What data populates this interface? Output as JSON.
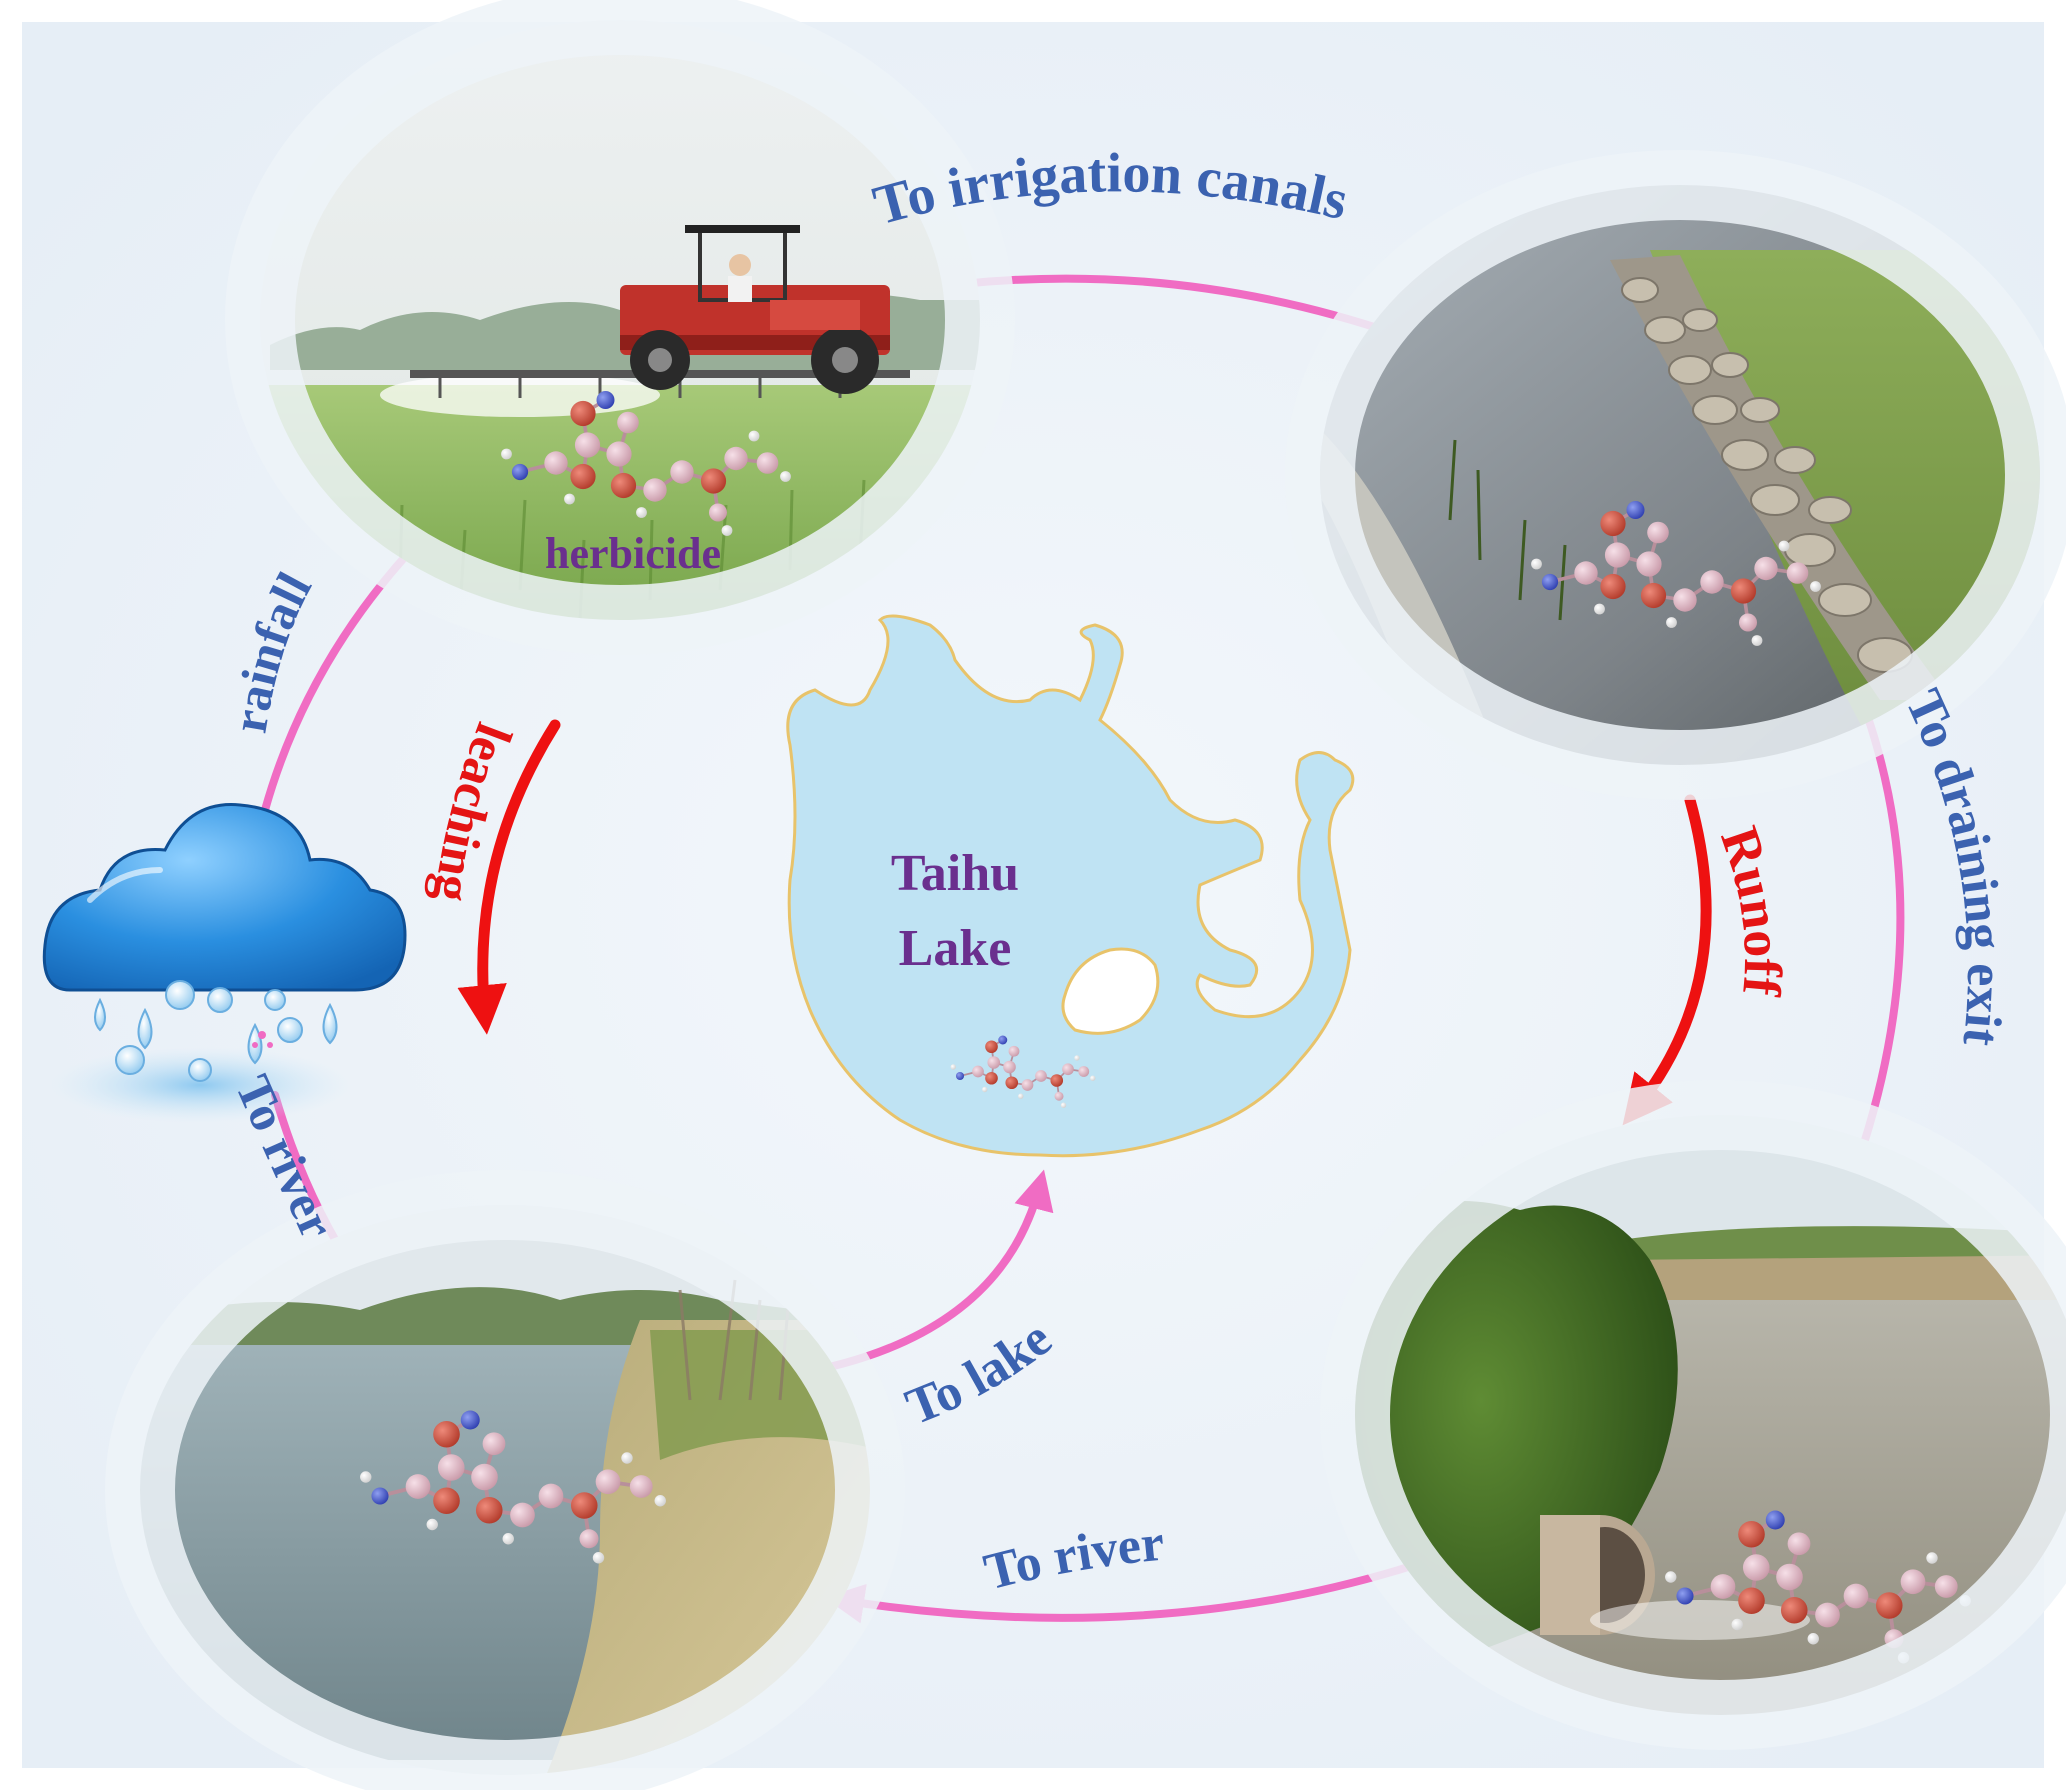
{
  "labels": {
    "to_irrigation_canals": "To irrigation canals",
    "to_draining_exit": "To draining exit",
    "runoff": "Runoff",
    "rainfall": "rainfall",
    "leaching": "leaching",
    "to_river_left": "To river",
    "to_river_bottom": "To river",
    "to_lake": "To lake",
    "herbicide": "herbicide",
    "lake_name_line1": "Taihu",
    "lake_name_line2": "Lake"
  },
  "colors": {
    "flow_arrow": "#f06cc3",
    "process_arrow": "#ee1111",
    "label_blue": "#3b62b0",
    "label_red": "#e41414",
    "label_purple": "#6a2f8e",
    "lake_water": "#bfe3f3",
    "lake_outline": "#e8c36a",
    "background": "#edf3f8"
  },
  "icons": {
    "field": "tractor-spraying-field-icon",
    "canal": "irrigation-canal-icon",
    "outlet": "drainage-outlet-icon",
    "river": "river-icon",
    "cloud": "rain-cloud-icon",
    "molecule": "herbicide-molecule-icon"
  }
}
